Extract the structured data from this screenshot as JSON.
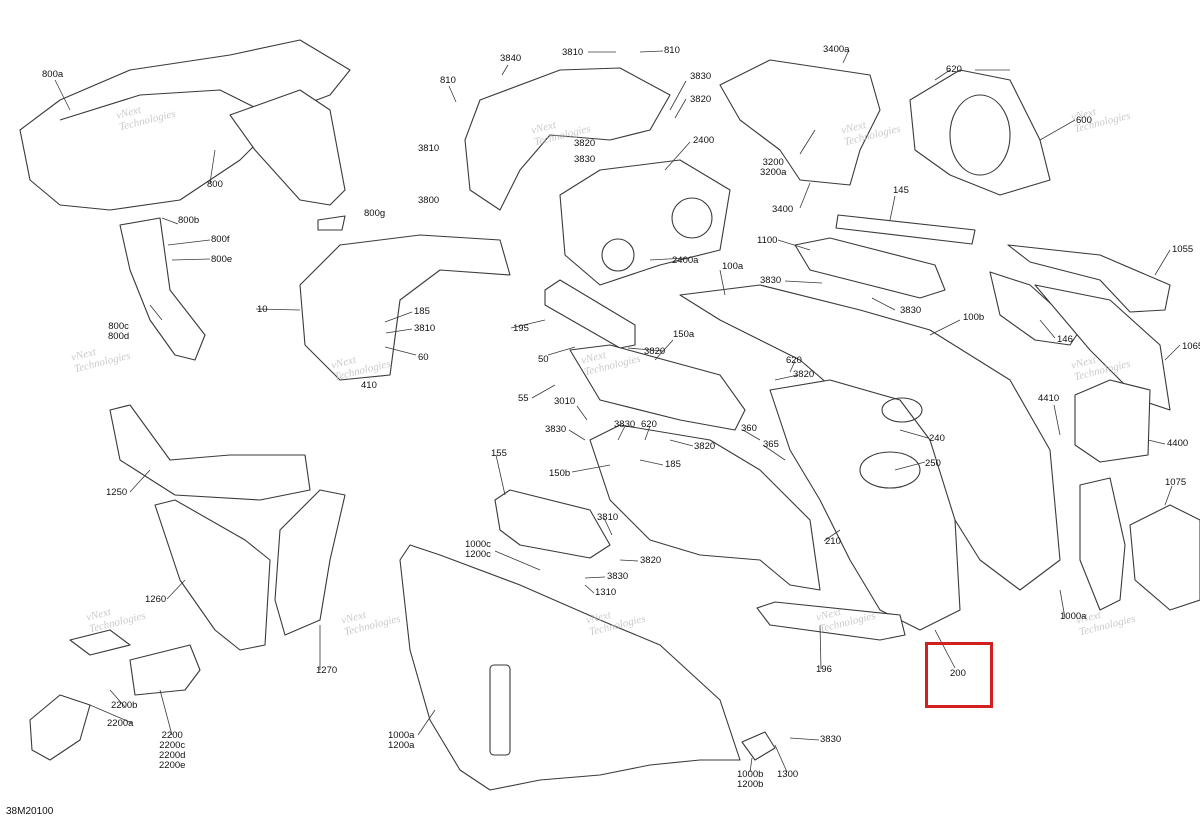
{
  "diagram": {
    "reference_code": "38M20100",
    "highlighted_part": "200",
    "watermark_text": "vNext\nTechnologies",
    "colors": {
      "line": "#3a3a3a",
      "highlight": "#d21f1f",
      "watermark": "#b9b9b9"
    }
  },
  "labels": {
    "l800a": "800a",
    "l800": "800",
    "l800b": "800b",
    "l800g": "800g",
    "l800f": "800f",
    "l800e": "800e",
    "l800cd": "800c\n800d",
    "l3840": "3840",
    "l3810a": "3810",
    "l810a": "810",
    "l810b": "810",
    "l3830a": "3830",
    "l3820a": "3820",
    "l3810b": "3810",
    "l3820b": "3820",
    "l3830b": "3830",
    "l3800": "3800",
    "l3400a": "3400a",
    "l3200": "3200\n3200a",
    "l3400": "3400",
    "l620a": "620",
    "l600": "600",
    "l2400": "2400",
    "l2400a": "2400a",
    "l145": "145",
    "l1100": "1100",
    "l1055": "1055",
    "l10": "10",
    "l185a": "185",
    "l3810c": "3810",
    "l60": "60",
    "l410": "410",
    "l100a": "100a",
    "l3830c": "3830",
    "l3830d": "3830",
    "l100b": "100b",
    "l195": "195",
    "l150a": "150a",
    "l50": "50",
    "l3820c": "3820",
    "l55": "55",
    "l146": "146",
    "l1065": "1065",
    "l620b": "620",
    "l3820d": "3820",
    "l3010": "3010",
    "l3830e": "3830",
    "l3830f": "3830",
    "l620c": "620",
    "l3820e": "3820",
    "l185b": "185",
    "l150b": "150b",
    "l360": "360",
    "l365": "365",
    "l240": "240",
    "l250": "250",
    "l4410": "4410",
    "l4400": "4400",
    "l1250": "1250",
    "l155": "155",
    "l3810d": "3810",
    "l1000c": "1000c\n1200c",
    "l3820f": "3820",
    "l3830g": "3830",
    "l1310": "1310",
    "l210": "210",
    "l1075": "1075",
    "l1260": "1260",
    "l1270": "1270",
    "l1000a": "1000a",
    "l196": "196",
    "l200": "200",
    "l2200b": "2200b",
    "l2200a": "2200a",
    "l2200": "2200\n2200c\n2200d\n2200e",
    "l1000a1200a": "1000a\n1200a",
    "l3830h": "3830",
    "l1000b": "1000b\n1200b",
    "l1300": "1300"
  }
}
